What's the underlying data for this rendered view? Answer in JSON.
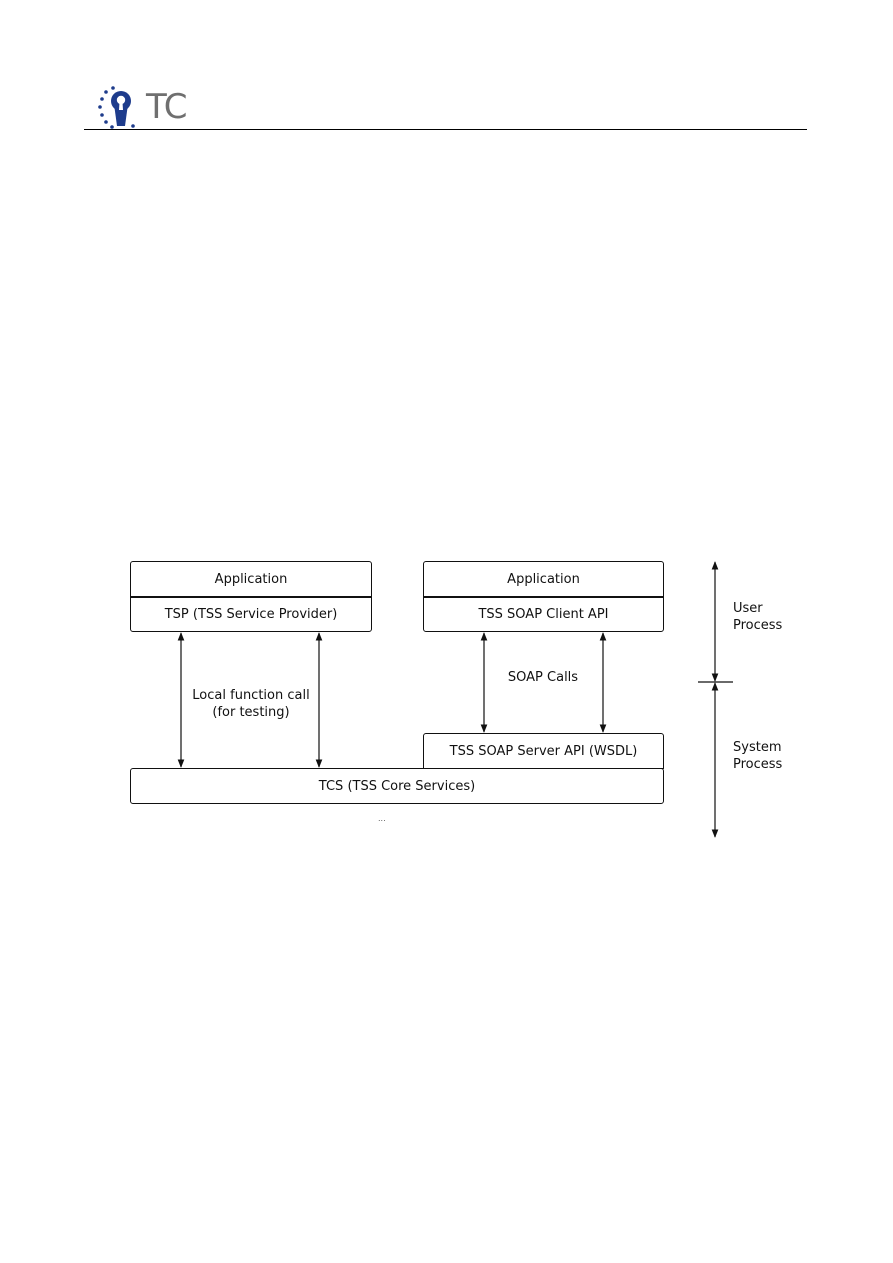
{
  "header": {
    "logo_text": "TC"
  },
  "diagram": {
    "left_stack": {
      "application": "Application",
      "tsp": "TSP (TSS Service Provider)"
    },
    "right_stack": {
      "application": "Application",
      "soap_client": "TSS SOAP Client API",
      "soap_server": "TSS SOAP Server API (WSDL)"
    },
    "tcs": "TCS (TSS Core Services)",
    "local_call_line1": "Local function call",
    "local_call_line2": "(for testing)",
    "soap_calls": "SOAP Calls",
    "user_process_line1": "User",
    "user_process_line2": "Process",
    "system_process_line1": "System",
    "system_process_line2": "Process",
    "ellipsis": "..."
  }
}
